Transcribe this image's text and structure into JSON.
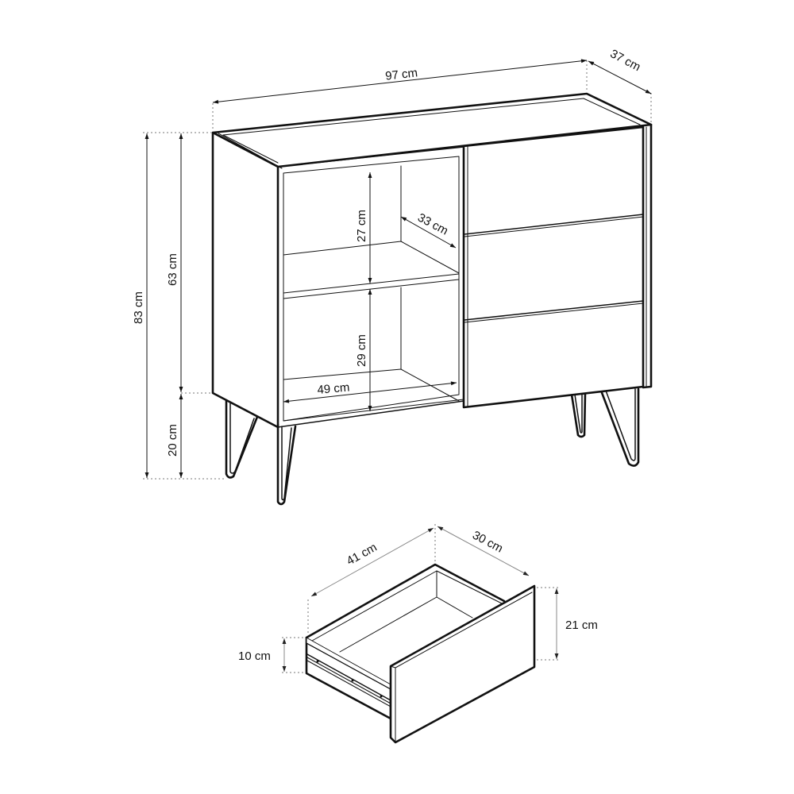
{
  "diagram": {
    "type": "technical-dimension-drawing",
    "subject": "sideboard with open shelf compartment and three drawers on hairpin legs",
    "colors": {
      "line": "#111111",
      "background": "#ffffff",
      "guide": "#777777"
    }
  },
  "cabinet": {
    "dimensions": {
      "width": "97 cm",
      "depth": "37 cm",
      "total_height": "83 cm",
      "body_height": "63 cm",
      "leg_height": "20 cm",
      "upper_shelf_height": "27 cm",
      "lower_shelf_height": "29 cm",
      "shelf_depth": "33 cm",
      "shelf_width": "49 cm"
    },
    "drawer_count": 3,
    "shelf_count": 1
  },
  "drawer": {
    "dimensions": {
      "length": "41 cm",
      "width": "30 cm",
      "front_height": "21 cm",
      "side_height": "10 cm"
    }
  }
}
